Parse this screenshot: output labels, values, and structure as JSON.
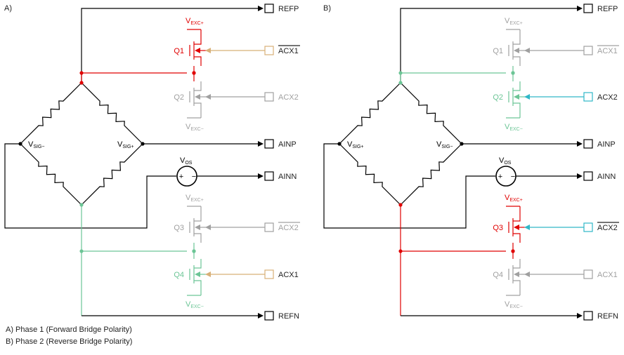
{
  "panels": [
    {
      "tag": "A)",
      "terminals": {
        "refp": "REFP",
        "ainp": "AINP",
        "ainn": "AINN",
        "refn": "REFN"
      },
      "nodes": {
        "left": "SIG−",
        "right": "SIG+"
      },
      "vos": "OS",
      "transistors": [
        {
          "name": "Q1",
          "supply": "EXC+",
          "ctrl": "ACX1",
          "ctrl_bar": true,
          "state": "on-red"
        },
        {
          "name": "Q2",
          "supply": "EXC−",
          "ctrl": "ACX2",
          "ctrl_bar": false,
          "state": "off"
        },
        {
          "name": "Q3",
          "supply": "EXC+",
          "ctrl": "ACX2",
          "ctrl_bar": true,
          "state": "off"
        },
        {
          "name": "Q4",
          "supply": "EXC−",
          "ctrl": "ACX1",
          "ctrl_bar": false,
          "state": "on-green"
        }
      ],
      "ctrl_active_color": "#d8b078"
    },
    {
      "tag": "B)",
      "terminals": {
        "refp": "REFP",
        "ainp": "AINP",
        "ainn": "AINN",
        "refn": "REFN"
      },
      "nodes": {
        "left": "SIG+",
        "right": "SIG−"
      },
      "vos": "OS",
      "transistors": [
        {
          "name": "Q1",
          "supply": "EXC+",
          "ctrl": "ACX1",
          "ctrl_bar": true,
          "state": "off"
        },
        {
          "name": "Q2",
          "supply": "EXC−",
          "ctrl": "ACX2",
          "ctrl_bar": false,
          "state": "on-green"
        },
        {
          "name": "Q3",
          "supply": "EXC+",
          "ctrl": "ACX2",
          "ctrl_bar": true,
          "state": "on-red"
        },
        {
          "name": "Q4",
          "supply": "EXC−",
          "ctrl": "ACX1",
          "ctrl_bar": false,
          "state": "off"
        }
      ],
      "ctrl_active_color": "#30b8c8"
    }
  ],
  "captions": [
    "A) Phase 1 (Forward Bridge Polarity)",
    "B) Phase 2 (Reverse Bridge Polarity)"
  ],
  "colors": {
    "wire": "#000000",
    "red": "#e00000",
    "green": "#6cc596",
    "gray": "#a0a0a0",
    "orange": "#d8b078",
    "cyan": "#30b8c8"
  }
}
